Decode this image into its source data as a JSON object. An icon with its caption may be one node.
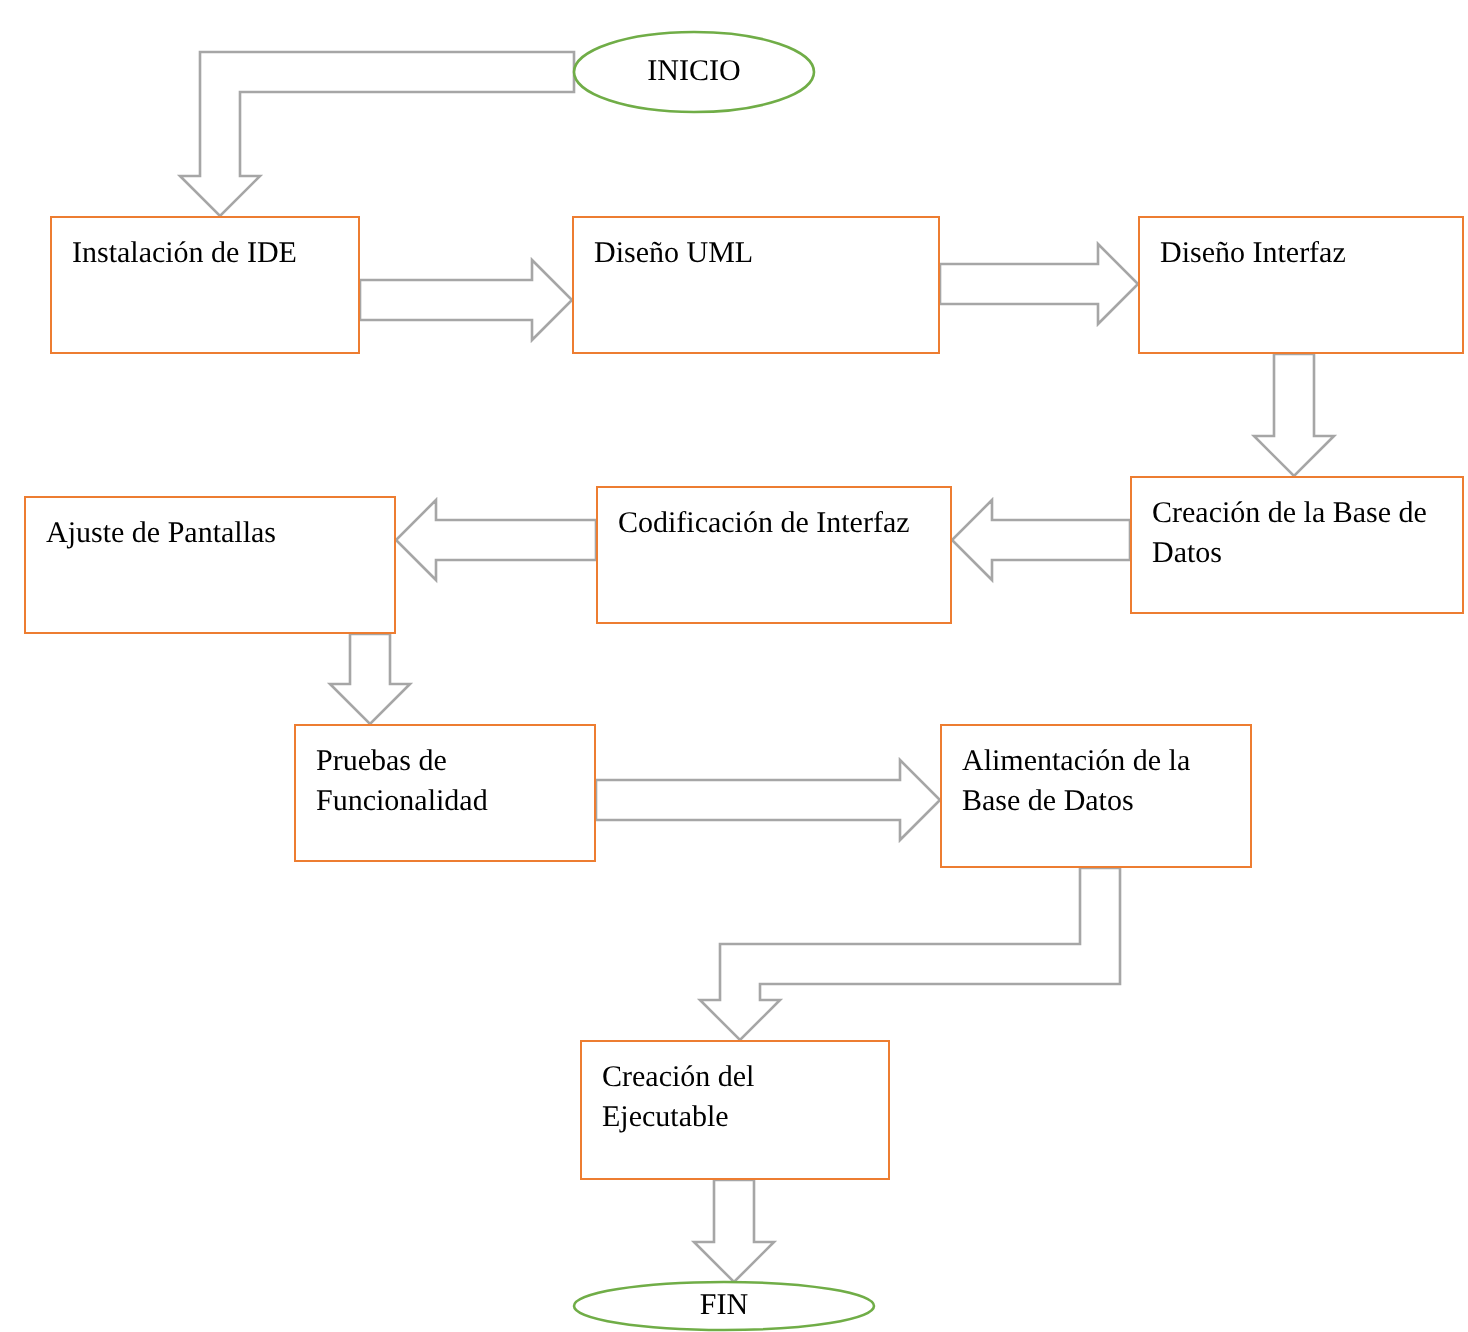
{
  "diagram": {
    "nodes": [
      {
        "text": [
          "INICIO"
        ]
      },
      {
        "text": [
          "Instalación de IDE"
        ]
      },
      {
        "text": [
          "Diseño UML"
        ]
      },
      {
        "text": [
          "Diseño Interfaz"
        ]
      },
      {
        "text": [
          "Creación de la Base de Datos"
        ]
      },
      {
        "text": [
          "Codificación de Interfaz"
        ]
      },
      {
        "text": [
          "Ajuste de Pantallas"
        ]
      },
      {
        "text": [
          "Pruebas de Funcionalidad"
        ]
      },
      {
        "text": [
          "Alimentación de la Base de Datos"
        ]
      },
      {
        "text": [
          "Creación del Ejecutable"
        ]
      },
      {
        "text": [
          "FIN"
        ]
      }
    ],
    "edges": [
      {
        "from": 0,
        "to": 1,
        "arrow": "to"
      },
      {
        "from": 1,
        "to": 2,
        "arrow": "to"
      },
      {
        "from": 2,
        "to": 3,
        "arrow": "to"
      },
      {
        "from": 3,
        "to": 4,
        "arrow": "to"
      },
      {
        "from": 4,
        "to": 5,
        "arrow": "to"
      },
      {
        "from": 5,
        "to": 6,
        "arrow": "to"
      },
      {
        "from": 6,
        "to": 7,
        "arrow": "to"
      },
      {
        "from": 7,
        "to": 8,
        "arrow": "to"
      },
      {
        "from": 8,
        "to": 9,
        "arrow": "to"
      },
      {
        "from": 9,
        "to": 10,
        "arrow": "to"
      }
    ]
  }
}
